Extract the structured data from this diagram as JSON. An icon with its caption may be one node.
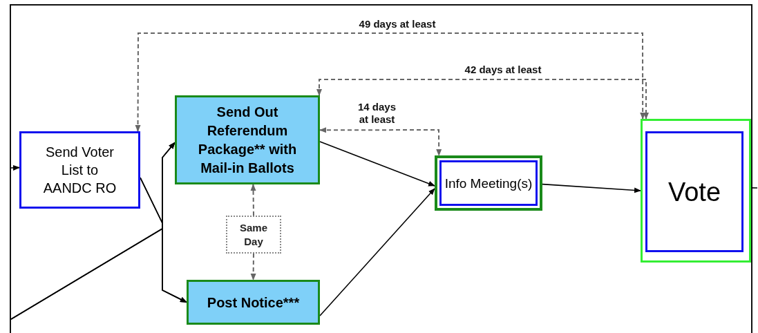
{
  "diagram": {
    "nodes": [
      {
        "text": [
          "Send Voter List to AANDC RO"
        ]
      },
      {
        "text": [
          "Send Out Referendum Package** with Mail-in Ballots"
        ]
      },
      {
        "text": [
          "Same Day"
        ]
      },
      {
        "text": [
          "Post Notice***"
        ]
      },
      {
        "text": [],
        "shape": "box"
      },
      {
        "text": [
          "Info Meeting(s)"
        ],
        "in": 4
      },
      {
        "text": [],
        "shape": "box"
      },
      {
        "text": [
          "Vote"
        ],
        "in": 6
      }
    ],
    "edges": [
      {
        "from": null,
        "to": 0,
        "arrow": "to"
      },
      {
        "from": 0,
        "to": 1,
        "arrow": "to"
      },
      {
        "from": 0,
        "to": 3,
        "arrow": "to"
      },
      {
        "from": null,
        "to": 1,
        "arrow": "to"
      },
      {
        "from": null,
        "to": 3,
        "arrow": "to"
      },
      {
        "from": 1,
        "to": 4,
        "arrow": "to"
      },
      {
        "from": 3,
        "to": 4,
        "arrow": "to"
      },
      {
        "from": 4,
        "to": 6,
        "arrow": "to"
      },
      {
        "from": 6,
        "to": null,
        "arrow": "none"
      },
      {
        "from": 0,
        "to": 6,
        "arrow": "both",
        "label": "49 days at least",
        "style": "dashed",
        "color": "#666666"
      },
      {
        "from": 1,
        "to": 6,
        "arrow": "both",
        "label": "42 days at least",
        "style": "dashed",
        "color": "#666666"
      },
      {
        "from": 1,
        "to": 4,
        "arrow": "both",
        "label": "14 days at least",
        "style": "dashed",
        "color": "#666666"
      },
      {
        "from": 2,
        "to": 1,
        "arrow": "to",
        "style": "dashed",
        "color": "#666666"
      },
      {
        "from": 2,
        "to": 3,
        "arrow": "to",
        "style": "dashed",
        "color": "#666666"
      }
    ]
  }
}
